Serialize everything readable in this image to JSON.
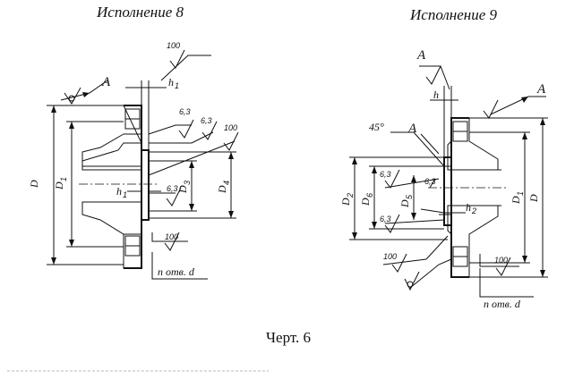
{
  "titles": {
    "variant8": "Исполнение 8",
    "variant9": "Исполнение 9"
  },
  "caption": "Черт. 6",
  "labels": {
    "section_a": "A",
    "d": "D",
    "d1": "D",
    "d1_sub": "1",
    "d2": "D",
    "d2_sub": "2",
    "d3": "D",
    "d3_sub": "3",
    "d4": "D",
    "d4_sub": "4",
    "d5": "D",
    "d5_sub": "5",
    "d6": "D",
    "d6_sub": "6",
    "h": "h",
    "h1": "h",
    "h1_sub": "1",
    "h2": "h",
    "h2_sub": "2",
    "angle": "45°",
    "holes": "n отв. d"
  },
  "roughness": {
    "r100": "100",
    "r63": "6,3"
  }
}
